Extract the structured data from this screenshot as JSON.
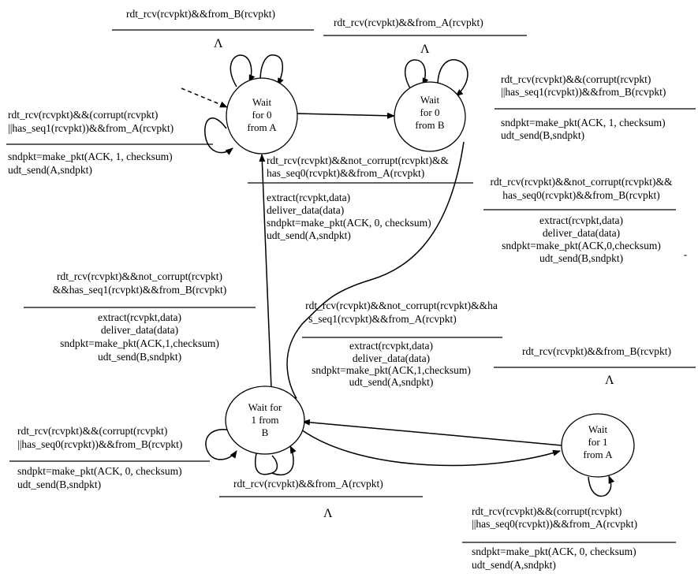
{
  "states": {
    "wait0A": [
      "Wait",
      "for 0",
      "from A"
    ],
    "wait0B": [
      "Wait",
      "for 0",
      "from B"
    ],
    "wait1B": [
      "Wait for",
      "1 from",
      "B"
    ],
    "wait1A": [
      "Wait",
      "for 1",
      "from A"
    ]
  },
  "lambda": "Λ",
  "t_top_left": {
    "event": [
      "rdt_rcv(rcvpkt)&&from_B(rcvpkt)"
    ]
  },
  "t_top_mid": {
    "event": [
      "rdt_rcv(rcvpkt)&&from_A(rcvpkt)"
    ]
  },
  "t_right_top": {
    "event": [
      "rdt_rcv(rcvpkt)&&(corrupt(rcvpkt)",
      "||has_seq1(rcvpkt))&&from_B(rcvpkt)"
    ],
    "action": [
      "sndpkt=make_pkt(ACK, 1, checksum)",
      "udt_send(B,sndpkt)"
    ]
  },
  "t_left_top": {
    "event": [
      "rdt_rcv(rcvpkt)&&(corrupt(rcvpkt)",
      "||has_seq1(rcvpkt))&&from_A(rcvpkt)"
    ],
    "action": [
      "sndpkt=make_pkt(ACK, 1, checksum)",
      "udt_send(A,sndpkt)"
    ]
  },
  "t_center": {
    "event": [
      "rdt_rcv(rcvpkt)&&not_corrupt(rcvpkt)&&",
      "has_seq0(rcvpkt)&&from_A(rcvpkt)"
    ],
    "action": [
      "extract(rcvpkt,data)",
      "deliver_data(data)",
      "sndpkt=make_pkt(ACK, 0, checksum)",
      "udt_send(A,sndpkt)"
    ]
  },
  "t_right_mid": {
    "event": [
      "rdt_rcv(rcvpkt)&&not_corrupt(rcvpkt)&&",
      "has_seq0(rcvpkt)&&from_B(rcvpkt)"
    ],
    "action": [
      "extract(rcvpkt,data)",
      "deliver_data(data)",
      "sndpkt=make_pkt(ACK,0,checksum)",
      "udt_send(B,sndpkt)"
    ],
    "stray_mark": "-"
  },
  "t_left_mid": {
    "event": [
      "rdt_rcv(rcvpkt)&&not_corrupt(rcvpkt)",
      "&&has_seq1(rcvpkt)&&from_B(rcvpkt)"
    ],
    "action": [
      "extract(rcvpkt,data)",
      "deliver_data(data)",
      "sndpkt=make_pkt(ACK,1,checksum)",
      "udt_send(B,sndpkt)"
    ]
  },
  "t_center_low": {
    "event": [
      "rdt_rcv(rcvpkt)&&not_corrupt(rcvpkt)&&ha",
      "s_seq1(rcvpkt)&&from_A(rcvpkt)"
    ],
    "action": [
      "extract(rcvpkt,data)",
      "deliver_data(data)",
      "sndpkt=make_pkt(ACK,1,checksum)",
      "udt_send(A,sndpkt)"
    ]
  },
  "t_right_low": {
    "event": [
      "rdt_rcv(rcvpkt)&&from_B(rcvpkt)"
    ]
  },
  "t_left_bottom": {
    "event": [
      "rdt_rcv(rcvpkt)&&(corrupt(rcvpkt)",
      "||has_seq0(rcvpkt))&&from_B(rcvpkt)"
    ],
    "action": [
      "sndpkt=make_pkt(ACK, 0, checksum)",
      "udt_send(B,sndpkt)"
    ]
  },
  "t_bottom_mid": {
    "event": [
      "rdt_rcv(rcvpkt)&&from_A(rcvpkt)"
    ]
  },
  "t_bottom_right": {
    "event": [
      "rdt_rcv(rcvpkt)&&(corrupt(rcvpkt)",
      "||has_seq0(rcvpkt))&&from_A(rcvpkt)"
    ],
    "action": [
      "sndpkt=make_pkt(ACK, 0, checksum)",
      "udt_send(A,sndpkt)"
    ]
  }
}
